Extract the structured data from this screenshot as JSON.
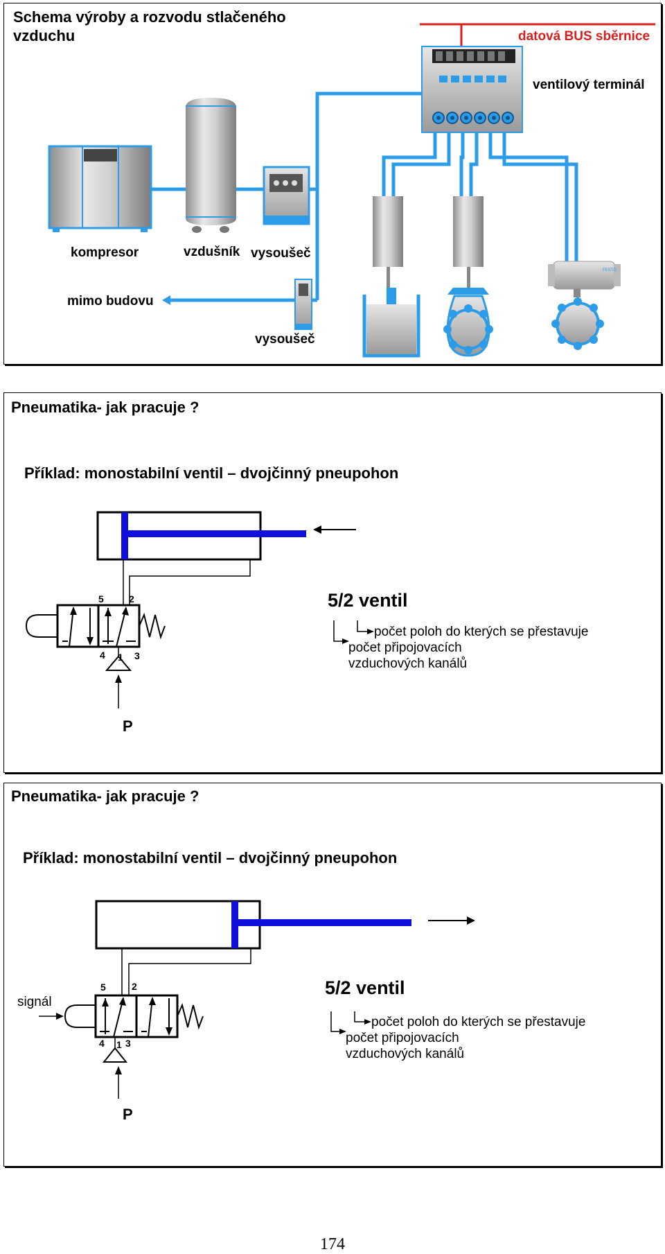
{
  "slide1": {
    "title": "Schema výroby a rozvodu stlačeného vzduchu",
    "bus_label": "datová BUS sběrnice",
    "terminal_label": "ventilový terminál",
    "compressor_label": "kompresor",
    "tank_label": "vzdušník",
    "dryer_label": "vysoušeč",
    "outside_label": "mimo budovu",
    "dryer2_label": "vysoušeč",
    "brand_text": "FESTO",
    "colors": {
      "bus": "#d71f1f",
      "pipe": "#2c9ce8",
      "metal": "#b8b8b8"
    }
  },
  "slide2": {
    "title": "Pneumatika- jak pracuje ?",
    "subtitle": "Příklad: monostabilní ventil – dvojčinný pneupohon",
    "ventil_heading": "5/2 ventil",
    "desc_line1": "počet poloh do kterých se přestavuje",
    "desc_line2": "počet připojovacích",
    "desc_line3": "vzduchových kanálů",
    "port_5": "5",
    "port_2": "2",
    "port_4": "4",
    "port_1": "1",
    "port_3": "3",
    "supply_label": "P"
  },
  "slide3": {
    "title": "Pneumatika- jak pracuje ?",
    "subtitle": "Příklad: monostabilní ventil – dvojčinný pneupohon",
    "signal_label": "signál",
    "ventil_heading": "5/2 ventil",
    "desc_line1": "počet poloh do kterých se přestavuje",
    "desc_line2": "počet připojovacích",
    "desc_line3": "vzduchových kanálů",
    "port_5": "5",
    "port_2": "2",
    "port_4": "4",
    "port_1": "1",
    "port_3": "3",
    "supply_label": "P"
  },
  "page_number": "174"
}
